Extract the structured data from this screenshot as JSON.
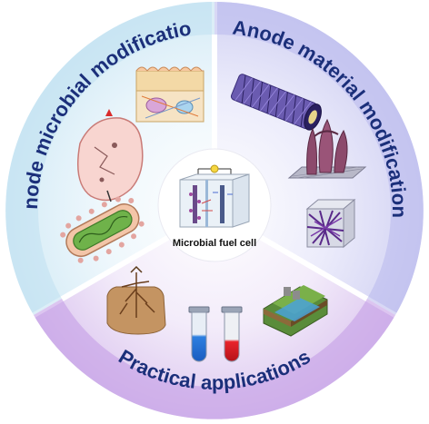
{
  "sections": {
    "top_left": {
      "label": "Anode microbial modification"
    },
    "top_right": {
      "label": "Anode material modification"
    },
    "bottom": {
      "label": "Practical applications"
    }
  },
  "center": {
    "label": "Microbial fuel cell"
  },
  "colors": {
    "left_outer": "#cde6f3",
    "right_outer": "#c7c7f0",
    "bottom_outer": "#cdaee8",
    "title_text": "#1b2f7a"
  },
  "icons": [
    "skin-tissue-icon",
    "cell-membrane-icon",
    "bacterium-icon",
    "carbon-nanotube-icon",
    "carbon-structure-icon",
    "fiber-cube-icon",
    "root-soil-icon",
    "test-tubes-icon",
    "wastewater-icon",
    "fuel-cell-icon"
  ]
}
